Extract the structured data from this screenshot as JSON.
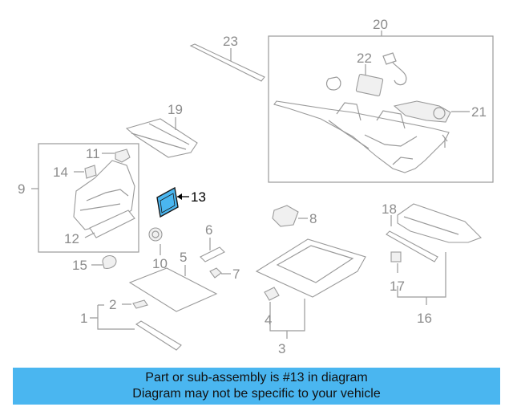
{
  "callouts": {
    "c1": "1",
    "c2": "2",
    "c3": "3",
    "c4": "4",
    "c5": "5",
    "c6": "6",
    "c7": "7",
    "c8": "8",
    "c9": "9",
    "c10": "10",
    "c11": "11",
    "c12": "12",
    "c13": "13",
    "c14": "14",
    "c15": "15",
    "c16": "16",
    "c17": "17",
    "c18": "18",
    "c19": "19",
    "c20": "20",
    "c21": "21",
    "c22": "22",
    "c23": "23"
  },
  "highlight": {
    "part": "13",
    "color": "#4ab6f0"
  },
  "banner": {
    "line1": "Part or sub-assembly is #13 in diagram",
    "line2": "Diagram may not be specific to your vehicle",
    "color": "#4ab6f0"
  }
}
